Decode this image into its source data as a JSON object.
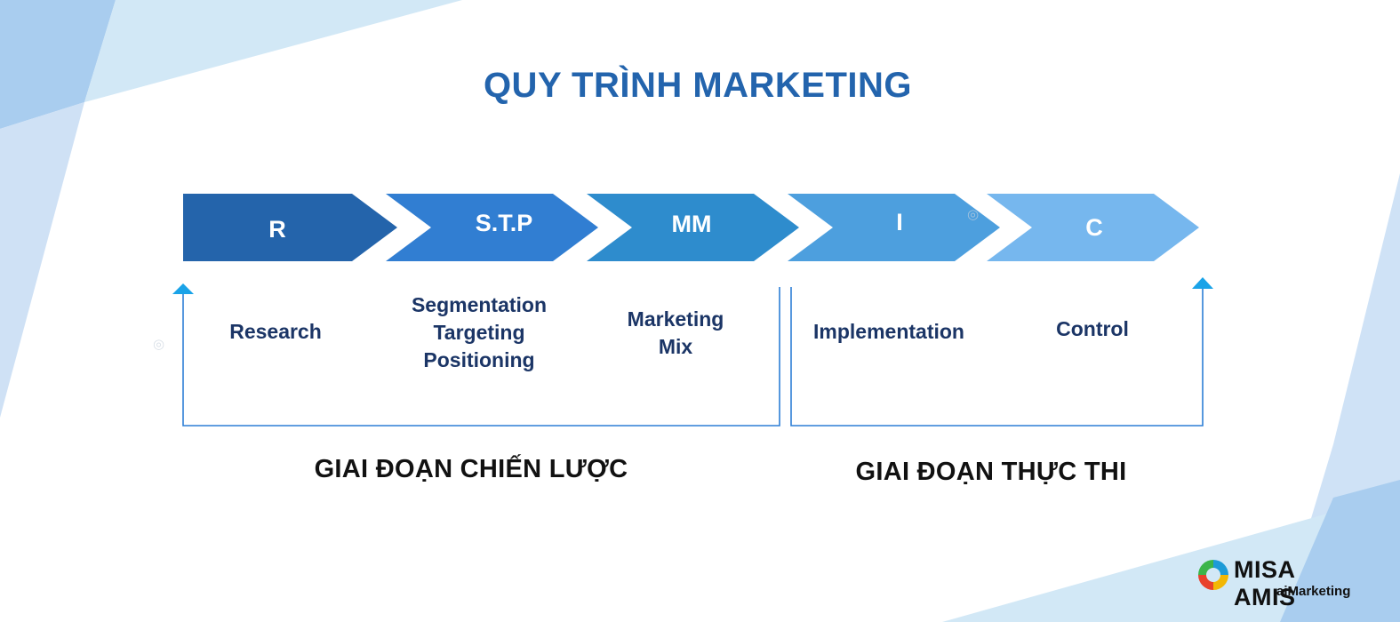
{
  "title": "QUY TRÌNH MARKETING",
  "steps": [
    {
      "abbr": "R",
      "description": "Research",
      "color": "#2464ab"
    },
    {
      "abbr": "S.T.P",
      "description": "Segmentation\nTargeting\nPositioning",
      "color": "#317ed2"
    },
    {
      "abbr": "MM",
      "description": "Marketing\nMix",
      "color": "#2e8ccd"
    },
    {
      "abbr": "I",
      "description": "Implementation",
      "color": "#4d9fde"
    },
    {
      "abbr": "C",
      "description": "Control",
      "color": "#76b7ee"
    }
  ],
  "phases": {
    "strategy": "GIAI ĐOẠN CHIẾN LƯỢC",
    "execution": "GIAI ĐOẠN THỰC THI"
  },
  "colors": {
    "title": "#2364ad",
    "bracket": "#2d7fd6",
    "arrowhead": "#1aa3e8"
  },
  "logo": {
    "brand": "MISA AMIS",
    "product": "aiMarketing"
  }
}
